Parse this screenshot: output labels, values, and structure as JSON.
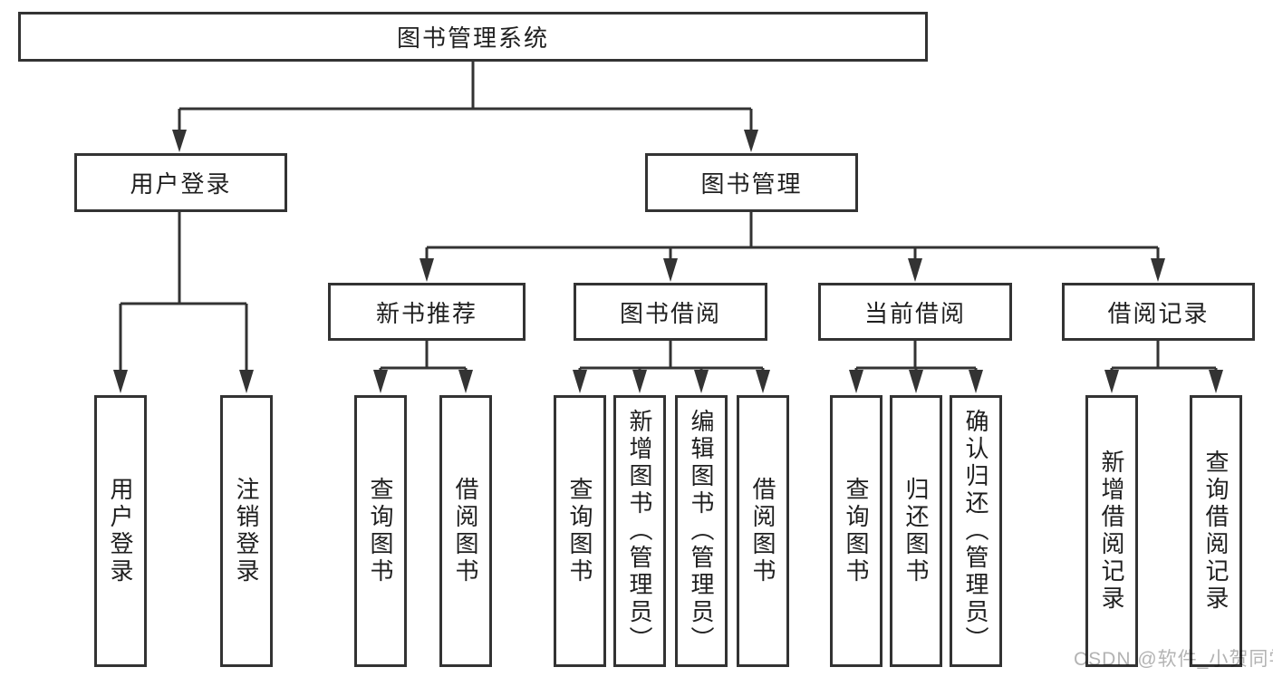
{
  "diagram": {
    "nodes": {
      "root": "图书管理系统",
      "user_login": "用户登录",
      "book_management": "图书管理",
      "new_book_recommend": "新书推荐",
      "book_borrow": "图书借阅",
      "current_borrow": "当前借阅",
      "borrow_record": "借阅记录"
    },
    "leaves": {
      "user_login": [
        "用户登录",
        "注销登录"
      ],
      "new_book_recommend": [
        "查询图书",
        "借阅图书"
      ],
      "book_borrow": [
        "查询图书",
        "新增图书（管理员）",
        "编辑图书（管理员）",
        "借阅图书"
      ],
      "current_borrow": [
        "查询图书",
        "归还图书",
        "确认归还（管理员）"
      ],
      "borrow_record": [
        "新增借阅记录",
        "查询借阅记录"
      ]
    },
    "watermark": "CSDN @软件_小贺同学",
    "colors": {
      "line": "#333333",
      "box_border": "#333333",
      "text": "#1f1f1f",
      "background": "#ffffff",
      "watermark": "#b3b3b3"
    }
  }
}
